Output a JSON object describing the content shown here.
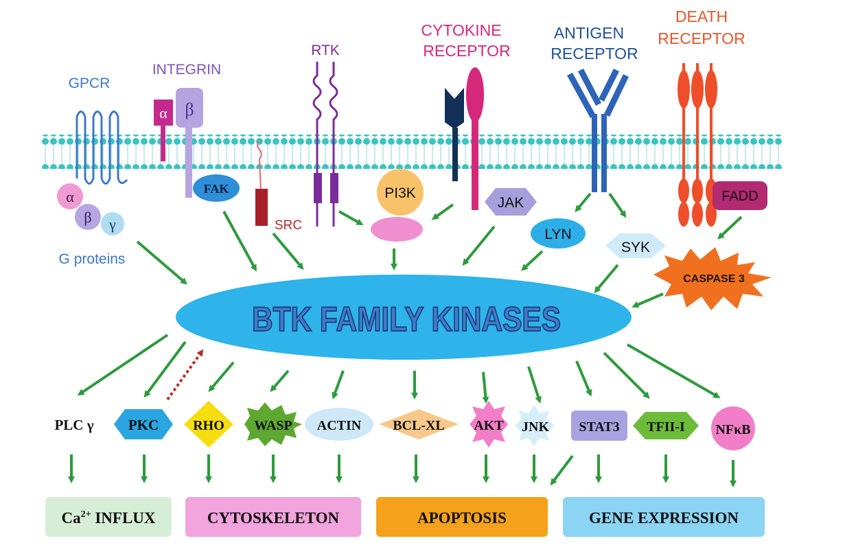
{
  "colors": {
    "membrane": "#3cc3c0",
    "arrow": "#2e9a3e",
    "btk_fill": "#2eb3ea",
    "btk_text": "#3f7cc8",
    "gpcr": "#3d78c6",
    "integrin": "#7a55b6",
    "rtk": "#7a2c9a",
    "cytokine": "#d6287a",
    "antigen": "#1f4f9a",
    "death": "#e8552a"
  },
  "receptors": {
    "gpcr": "GPCR",
    "integrin": "INTEGRIN",
    "integrin_alpha": "α",
    "integrin_beta": "β",
    "rtk": "RTK",
    "cytokine_1": "CYTOKINE",
    "cytokine_2": "RECEPTOR",
    "antigen_1": "ANTIGEN",
    "antigen_2": "RECEPTOR",
    "death_1": "DEATH",
    "death_2": "RECEPTOR"
  },
  "gproteins": {
    "alpha": "α",
    "beta": "β",
    "gamma": "γ",
    "label": "G proteins"
  },
  "adaptors": {
    "fak": "FAK",
    "src": "SRC",
    "pi3k": "PI3K",
    "jak": "JAK",
    "lyn": "LYN",
    "syk": "SYK",
    "fadd": "FADD",
    "caspase3": "CASPASE 3"
  },
  "btk": {
    "label": "BTK FAMILY KINASES"
  },
  "effectors": {
    "plcg": "PLC γ",
    "pkc": "PKC",
    "rho": "RHO",
    "wasp": "WASP",
    "actin": "ACTIN",
    "bclxl": "BCL-XL",
    "akt": "AKT",
    "jnk": "JNK",
    "stat3": "STAT3",
    "tfii": "TFII-I",
    "nfkb": "NFκB"
  },
  "outcomes": {
    "ca_prefix": "Ca",
    "ca_sup": "2+",
    "ca_rest": " INFLUX",
    "cytoskeleton": "CYTOSKELETON",
    "apoptosis": "APOPTOSIS",
    "gene_expression": "GENE EXPRESSION"
  }
}
